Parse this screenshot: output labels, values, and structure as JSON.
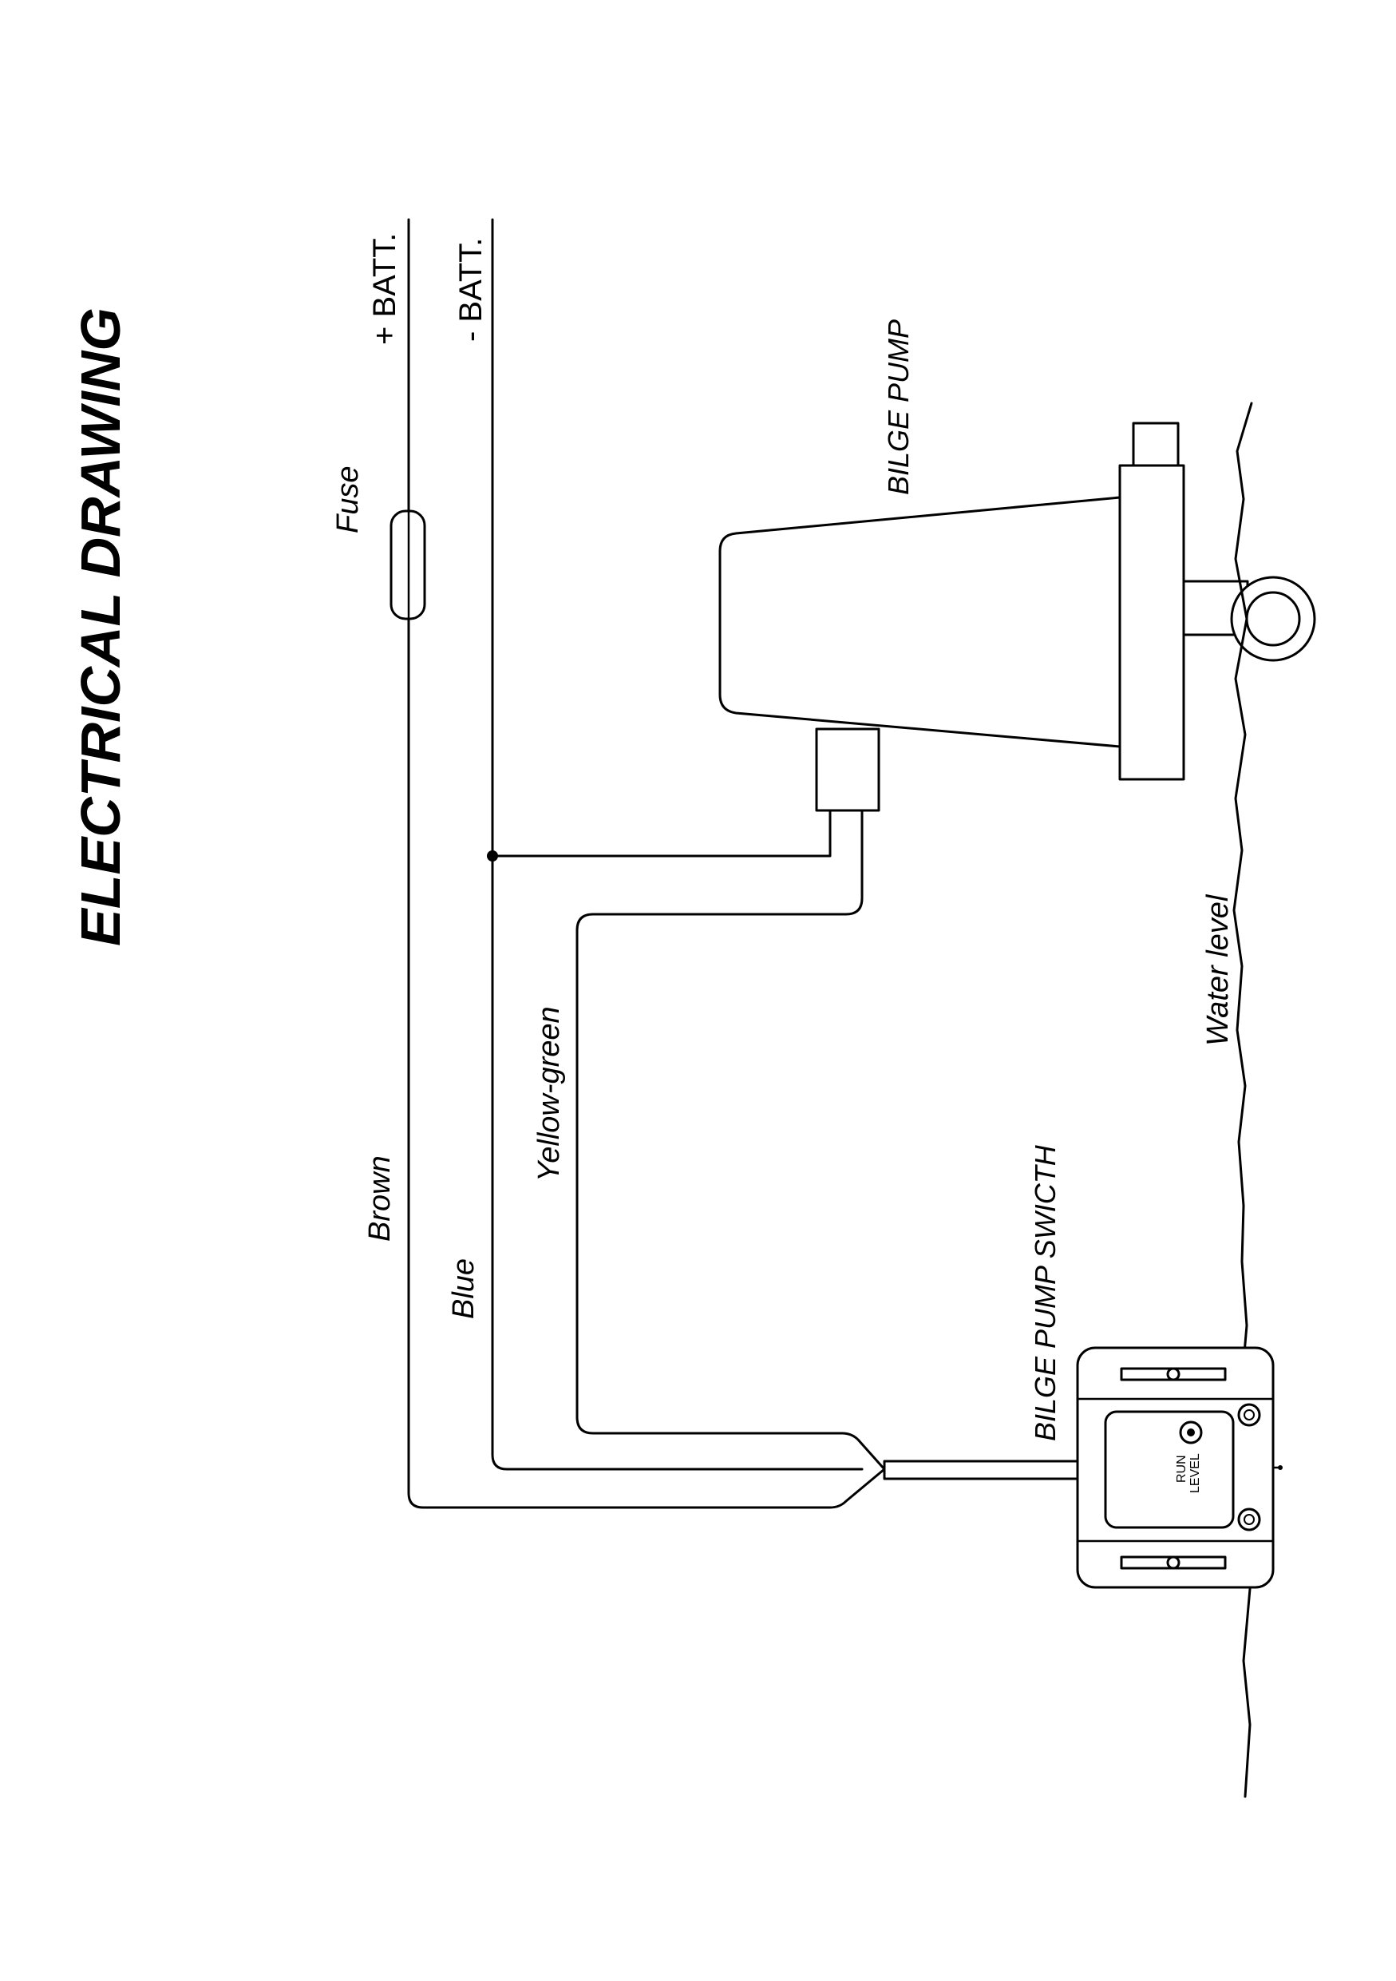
{
  "drawing": {
    "title": "ELECTRICAL DRAWING",
    "labels": {
      "plus_batt": "+ BATT.",
      "minus_batt": "- BATT.",
      "fuse": "Fuse",
      "bilge_pump": "BILGE PUMP",
      "brown": "Brown",
      "blue": "Blue",
      "yellow_green": "Yellow-green",
      "water_level": "Water level",
      "bilge_pump_switch": "BILGE PUMP SWICTH",
      "switch_run": "RUN",
      "switch_level": "LEVEL"
    }
  }
}
